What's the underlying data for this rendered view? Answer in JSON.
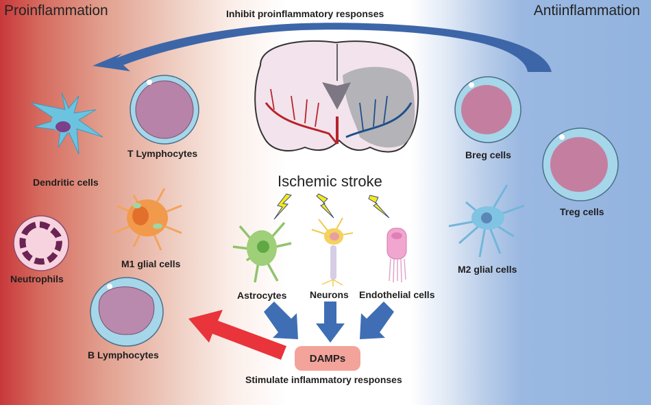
{
  "titles": {
    "left": "Proinflammation",
    "right": "Antiinflammation",
    "center": "Ischemic stroke"
  },
  "arrows": {
    "top_label": "Inhibit proinflammatory responses",
    "bottom_label": "Stimulate inflammatory responses"
  },
  "damps_label": "DAMPs",
  "proinflammatory_cells": [
    {
      "label": "Dendritic cells"
    },
    {
      "label": "T Lymphocytes"
    },
    {
      "label": "M1 glial cells"
    },
    {
      "label": "Neutrophils"
    },
    {
      "label": "B Lymphocytes"
    }
  ],
  "damaged_cells": [
    {
      "label": "Astrocytes"
    },
    {
      "label": "Neurons"
    },
    {
      "label": "Endothelial cells"
    }
  ],
  "antiinflammatory_cells": [
    {
      "label": "Breg cells"
    },
    {
      "label": "Treg cells"
    },
    {
      "label": "M2 glial cells"
    }
  ],
  "colors": {
    "pro_red": "#c8383a",
    "anti_blue": "#93b4e0",
    "arrow_blue": "#3f6eb5",
    "arrow_red": "#e8343a",
    "damps_fill": "#f4a39a",
    "bolt_yellow": "#f5ea1a"
  }
}
